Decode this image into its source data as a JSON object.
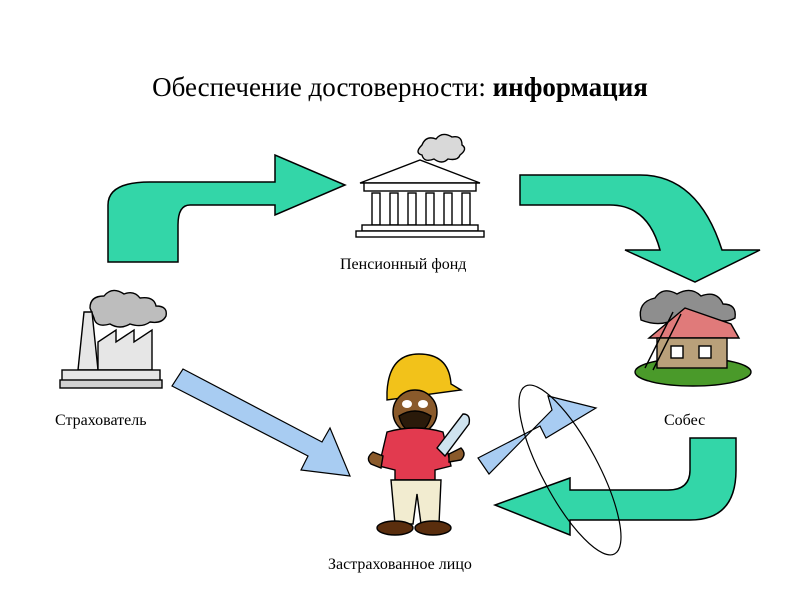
{
  "slide": {
    "title_plain": "Обеспечение достоверности: ",
    "title_bold": "информация"
  },
  "nodes": {
    "pension_fund": "Пенсионный фонд",
    "insurer": "Страхователь",
    "social_security": "Собес",
    "insured_person": "Застрахованное лицо"
  },
  "colors": {
    "green_arrow": "#33d6a8",
    "blue_arrow": "#a8ccf2",
    "helmet": "#f2c21a",
    "shirt": "#e23a4f",
    "skin": "#8a5a2b",
    "roof": "#e07a7a",
    "grass": "#4a9a2a"
  },
  "icons": [
    "bank-building-icon",
    "factory-icon",
    "house-icon",
    "worker-icon"
  ]
}
